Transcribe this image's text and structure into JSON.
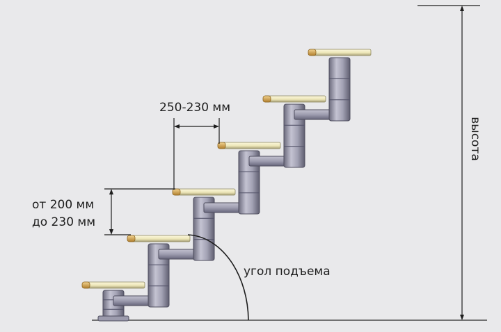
{
  "labels": {
    "tread_depth": "250-230 мм",
    "riser_height_from": "от 200 мм",
    "riser_height_to": "до 230 мм",
    "rise_angle": "угол подъема",
    "height": "высота"
  },
  "colors": {
    "background": "#e9e9eb",
    "tread_top": "#f4efc6",
    "tread_edge": "#a69f76",
    "tread_cap": "#d3a24e",
    "post_light": "#b3b2c2",
    "post_mid": "#8f8ea1",
    "post_dark": "#5f5e70",
    "dimension_line": "#222222"
  },
  "diagram": {
    "step_count": 6
  }
}
